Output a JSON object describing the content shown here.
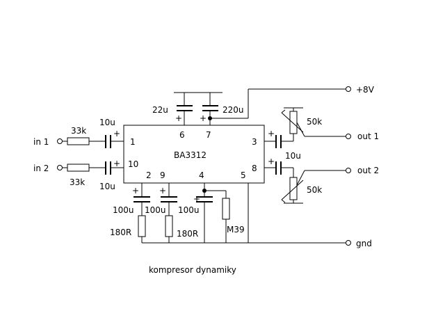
{
  "title": "kompresor dynamiky",
  "ic": {
    "name": "BA3312",
    "pins": {
      "p1": "1",
      "p10": "10",
      "p2": "2",
      "p9": "9",
      "p4": "4",
      "p5": "5",
      "p6": "6",
      "p7": "7",
      "p3": "3",
      "p8": "8"
    }
  },
  "terminals": {
    "in1": "in 1",
    "in2": "in 2",
    "out1": "out 1",
    "out2": "out 2",
    "vcc": "+8V",
    "gnd": "gnd"
  },
  "components": {
    "r_in1": "33k",
    "r_in2": "33k",
    "c_in1": "10u",
    "c_in2": "10u",
    "c6": "22u",
    "c7": "220u",
    "c_out1_pot": "50k",
    "c_out_cap": "10u",
    "c_out2_pot": "50k",
    "c2": "100u",
    "c9": "100u",
    "c4": "100u",
    "r2": "180R",
    "r9": "180R",
    "r4": "M39"
  },
  "symbols": {
    "plus": "+"
  }
}
